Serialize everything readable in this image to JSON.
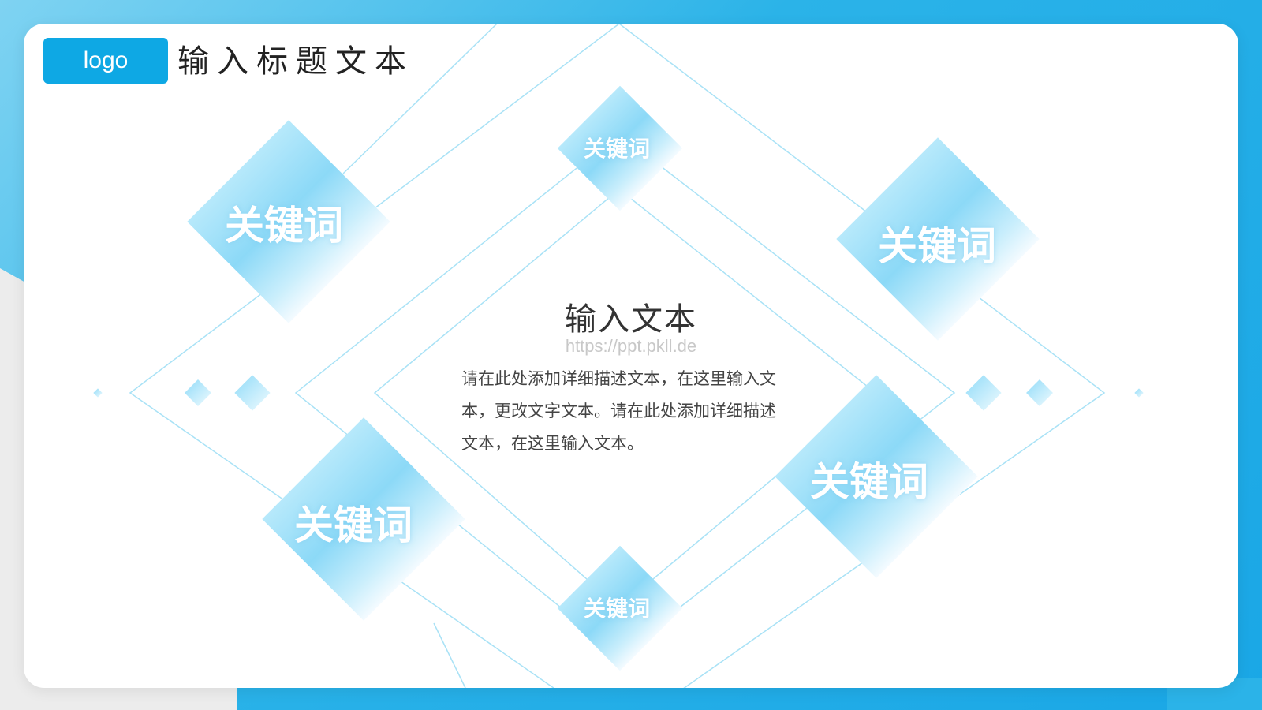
{
  "header": {
    "logo_label": "logo",
    "title": "输入标题文本"
  },
  "keywords": {
    "top_left": "关键词",
    "top_center": "关键词",
    "top_right": "关键词",
    "bottom_left": "关键词",
    "bottom_center": "关键词",
    "bottom_right": "关键词"
  },
  "center": {
    "title": "输入文本",
    "watermark": "https://ppt.pkll.de",
    "description": "请在此处添加详细描述文本，在这里输入文本，更改文字文本。请在此处添加详细描述文本，在这里输入文本。"
  },
  "colors": {
    "accent": "#0ea8e4",
    "diamond_light": "#b7e9fb",
    "diamond_mid": "#8cd9f7",
    "line": "#7fd3f2"
  }
}
